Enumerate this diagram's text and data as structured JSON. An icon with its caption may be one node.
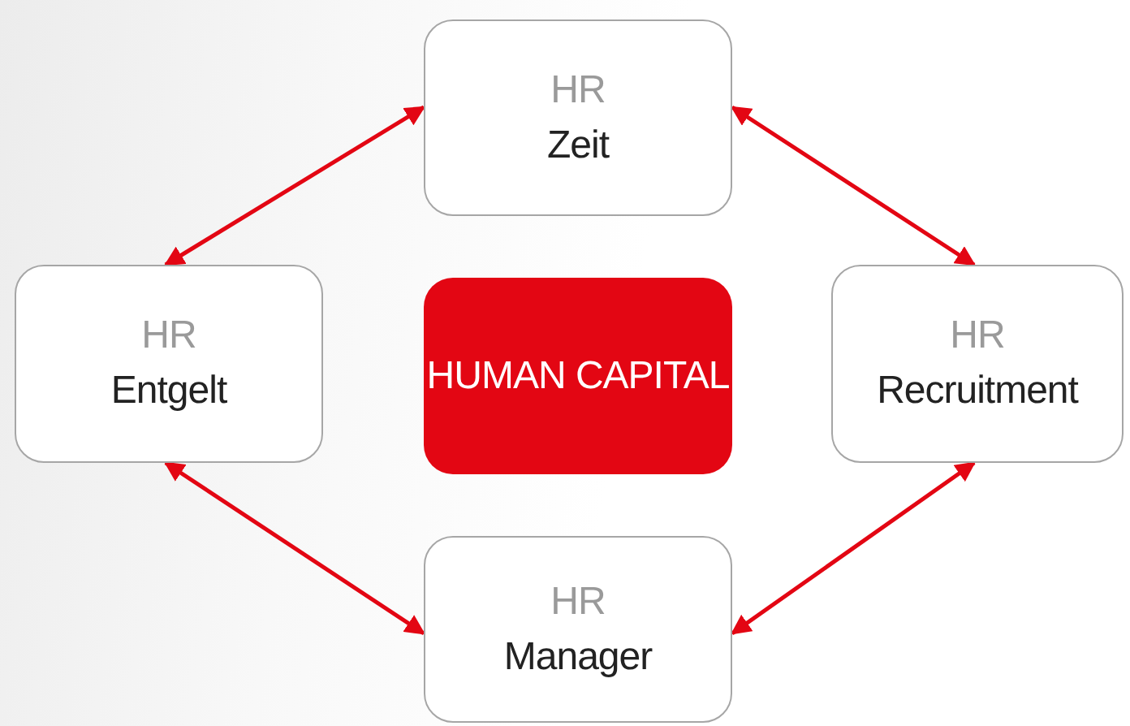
{
  "diagram": {
    "nodes": [
      {
        "text": [
          "HR",
          "Zeit"
        ]
      },
      {
        "text": [
          "HR",
          "Entgelt"
        ]
      },
      {
        "text": [
          "HUMAN CAPITAL"
        ]
      },
      {
        "text": [
          "HR",
          "Recruitment"
        ]
      },
      {
        "text": [
          "HR",
          "Manager"
        ]
      }
    ],
    "edges": [
      {
        "from": 1,
        "to": 0,
        "arrow": "both"
      },
      {
        "from": 0,
        "to": 3,
        "arrow": "both"
      },
      {
        "from": 1,
        "to": 4,
        "arrow": "both"
      },
      {
        "from": 4,
        "to": 3,
        "arrow": "both"
      }
    ]
  }
}
